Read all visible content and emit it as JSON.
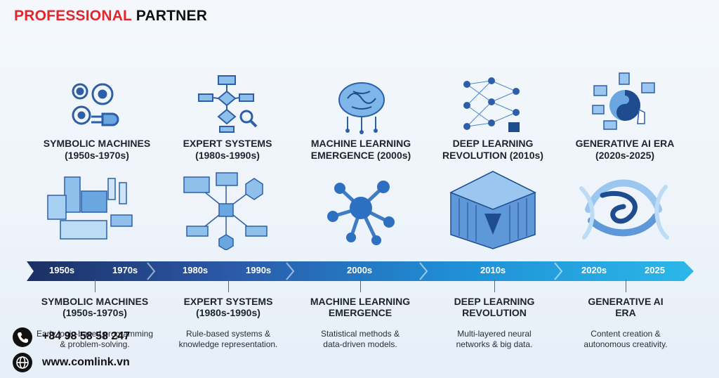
{
  "brand": {
    "word1": "PROFESSIONAL",
    "word2": "PARTNER",
    "accent_color": "#e3262b"
  },
  "eras": [
    {
      "title_line1": "SYMBOLIC MACHINES",
      "title_line2": "(1950s-1970s)",
      "icon": "gears-icon",
      "illustration": "circuit-blocks-illustration"
    },
    {
      "title_line1": "EXPERT SYSTEMS",
      "title_line2": "(1980s-1990s)",
      "icon": "flowchart-search-icon",
      "illustration": "rule-network-illustration"
    },
    {
      "title_line1": "MACHINE LEARNING",
      "title_line2": "EMERGENCE (2000s)",
      "icon": "brain-circuit-icon",
      "illustration": "molecule-network-illustration"
    },
    {
      "title_line1": "DEEP LEARNING",
      "title_line2": "REVOLUTION (2010s)",
      "icon": "neural-network-chip-icon",
      "illustration": "layered-cube-illustration"
    },
    {
      "title_line1": "GENERATIVE AI ERA",
      "title_line2": "(2020s-2025)",
      "icon": "generative-swirl-icon",
      "illustration": "abstract-swirl-illustration"
    }
  ],
  "timeline": {
    "labels": [
      "1950s",
      "1970s",
      "1980s",
      "1990s",
      "2000s",
      "2010s",
      "2020s",
      "2025"
    ],
    "colors": [
      "#1b2f63",
      "#2b59a8",
      "#1f8fd6",
      "#2bb8e8"
    ]
  },
  "details": [
    {
      "title_line1": "SYMBOLIC MACHINES",
      "title_line2": "(1950s-1970s)",
      "desc_line1": "Early logic-based programming",
      "desc_line2": "& problem-solving."
    },
    {
      "title_line1": "EXPERT SYSTEMS",
      "title_line2": "(1980s-1990s)",
      "desc_line1": "Rule-based systems &",
      "desc_line2": "knowledge representation."
    },
    {
      "title_line1": "MACHINE LEARNING",
      "title_line2": "EMERGENCE",
      "desc_line1": "Statistical methods &",
      "desc_line2": "data-driven models."
    },
    {
      "title_line1": "DEEP LEARNING",
      "title_line2": "REVOLUTION",
      "desc_line1": "Multi-layered neural",
      "desc_line2": "networks & big data."
    },
    {
      "title_line1": "GENERATIVE AI",
      "title_line2": "ERA",
      "desc_line1": "Content creation &",
      "desc_line2": "autonomous creativity."
    }
  ],
  "contact": {
    "phone": "+84 98 58 58 247",
    "website": "www.comlink.vn",
    "phone_icon": "phone-icon",
    "web_icon": "globe-icon"
  }
}
